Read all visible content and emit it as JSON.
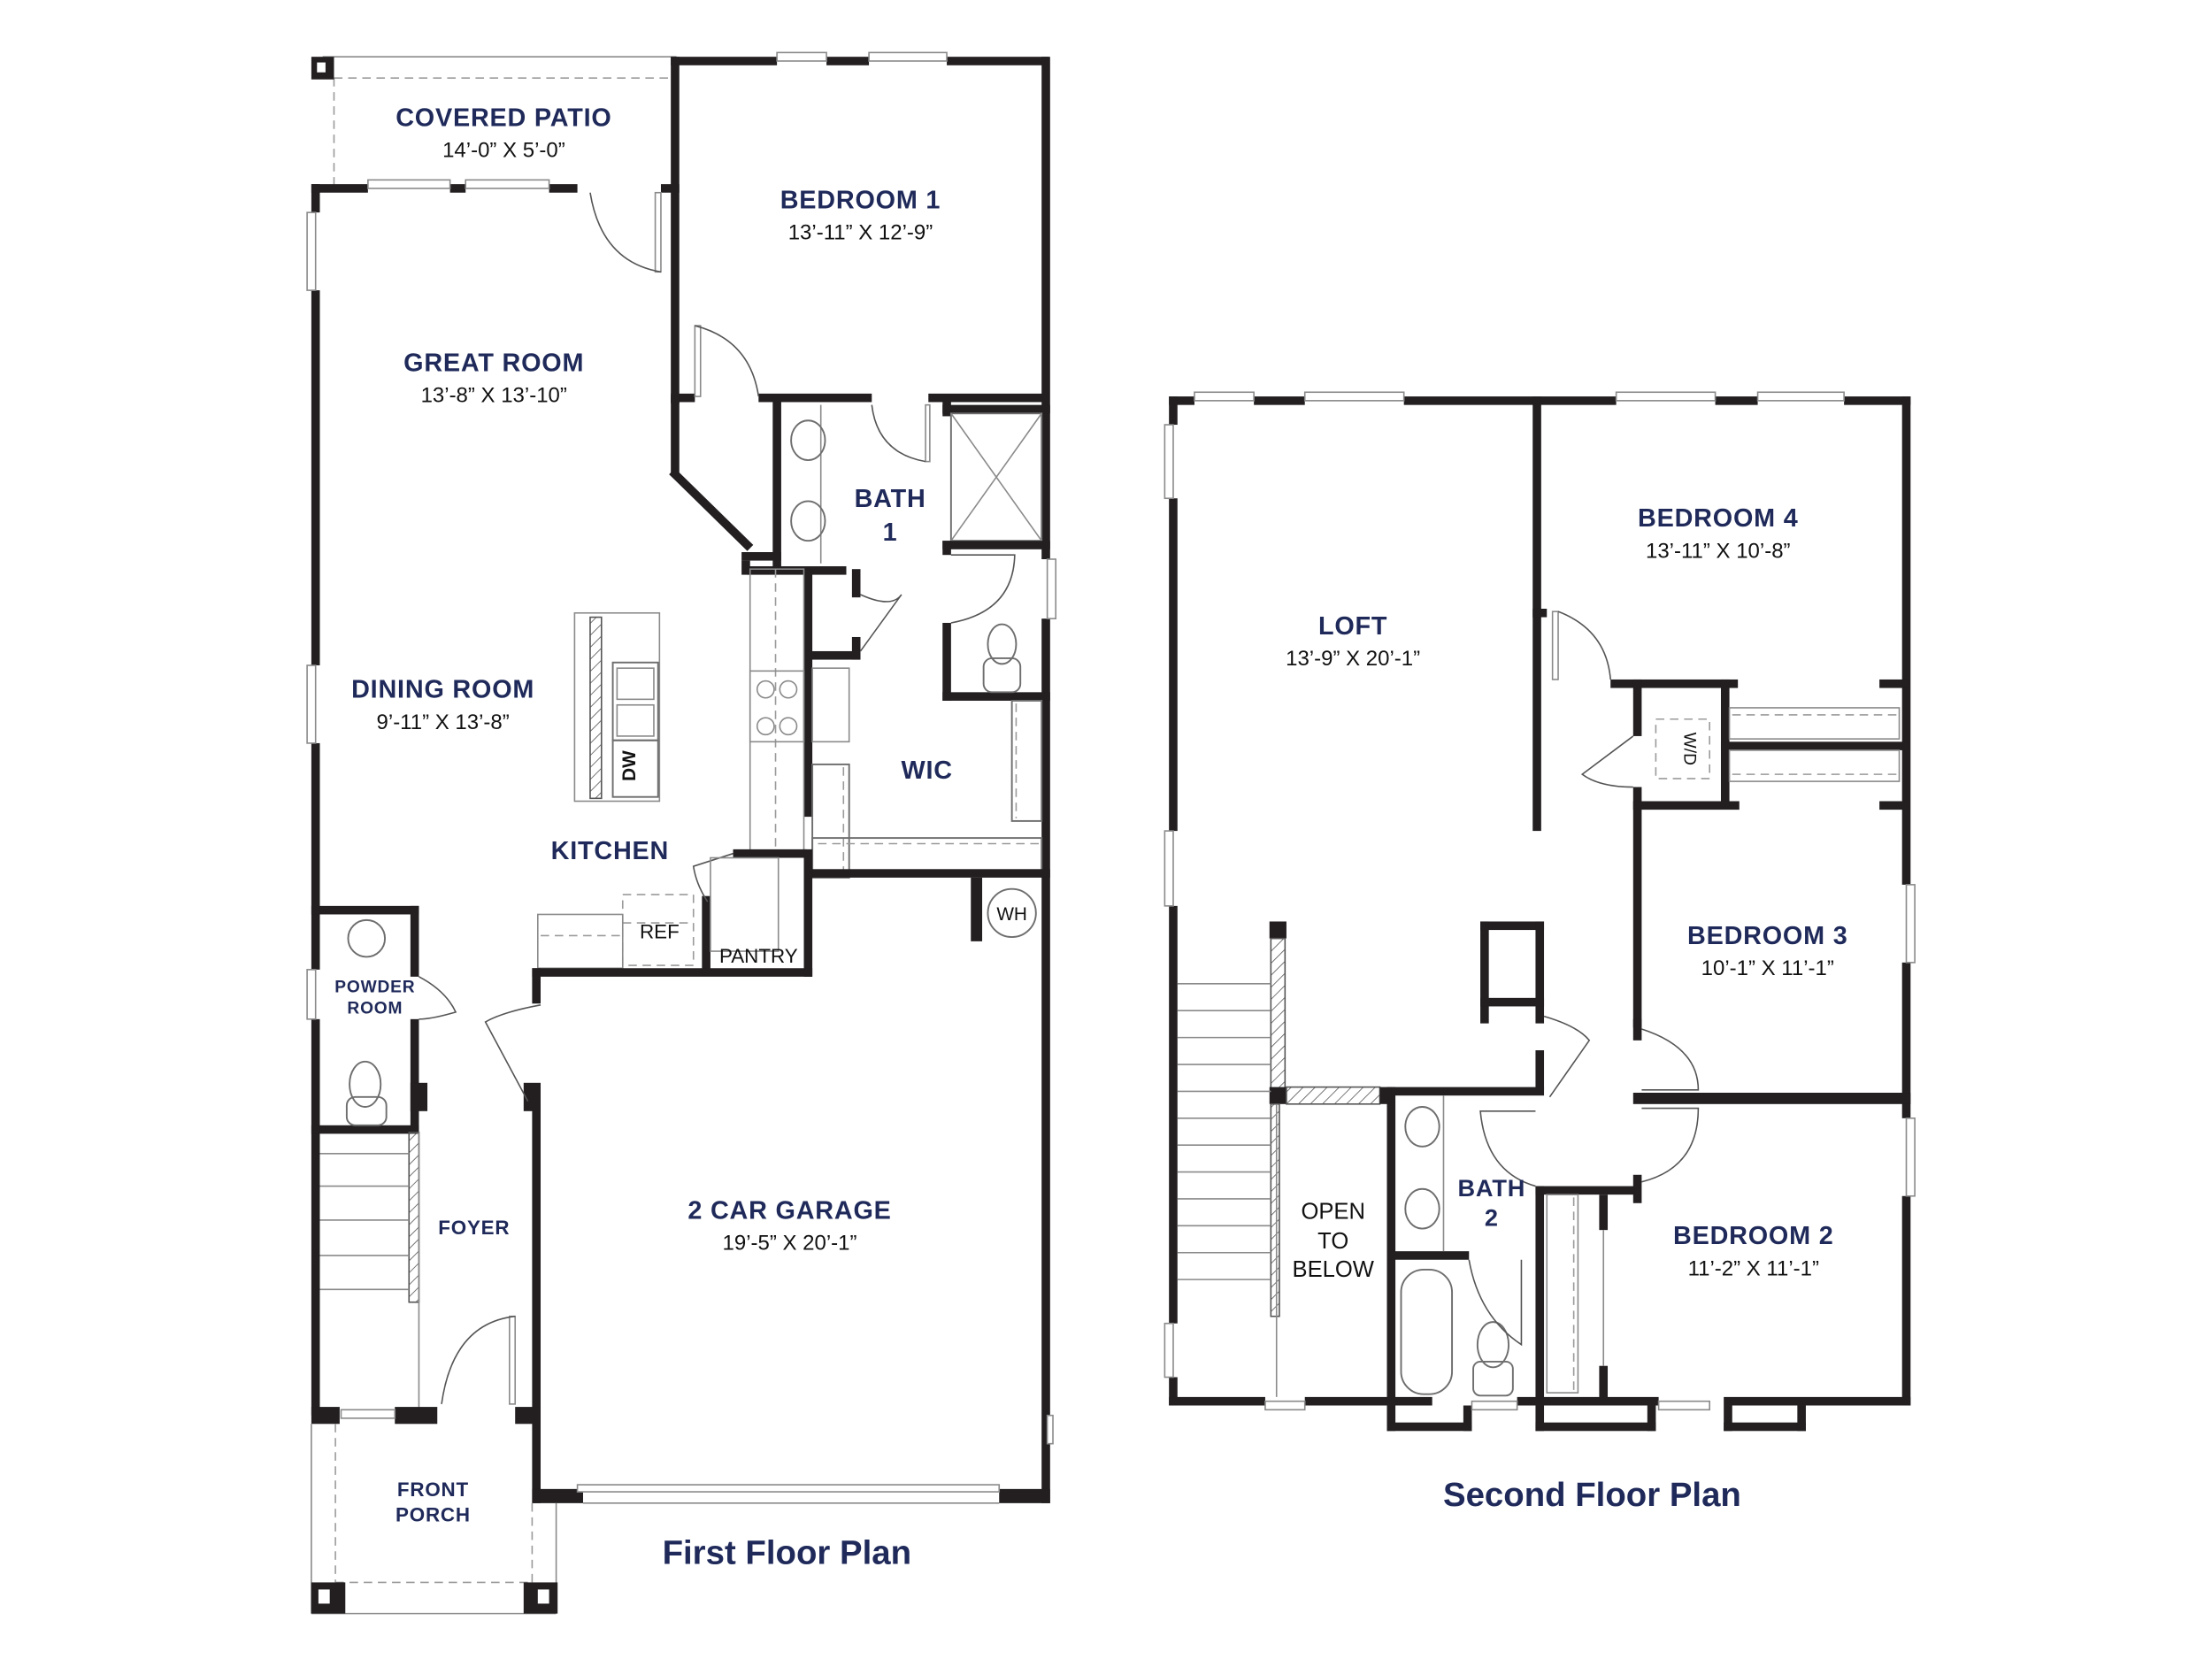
{
  "first_floor": {
    "title": "First Floor Plan",
    "rooms": {
      "covered_patio": {
        "name": "COVERED PATIO",
        "dims": "14’-0” X 5’-0”"
      },
      "bedroom1": {
        "name": "BEDROOM 1",
        "dims": "13’-11” X 12’-9”"
      },
      "great_room": {
        "name": "GREAT ROOM",
        "dims": "13’-8” X 13’-10”"
      },
      "bath1": {
        "name_line1": "BATH",
        "name_line2": "1"
      },
      "dining_room": {
        "name": "DINING ROOM",
        "dims": "9’-11” X 13’-8”"
      },
      "wic": {
        "name": "WIC"
      },
      "kitchen": {
        "name": "KITCHEN"
      },
      "powder_room": {
        "name_line1": "POWDER",
        "name_line2": "ROOM"
      },
      "foyer": {
        "name": "FOYER"
      },
      "garage": {
        "name": "2 CAR GARAGE",
        "dims": "19’-5” X 20’-1”"
      },
      "front_porch": {
        "name_line1": "FRONT",
        "name_line2": "PORCH"
      },
      "pantry": {
        "name": "PANTRY"
      }
    },
    "fixtures": {
      "dishwasher": "DW",
      "refrigerator": "REF",
      "water_heater": "WH"
    }
  },
  "second_floor": {
    "title": "Second Floor Plan",
    "rooms": {
      "loft": {
        "name": "LOFT",
        "dims": "13’-9” X 20’-1”"
      },
      "bedroom4": {
        "name": "BEDROOM 4",
        "dims": "13’-11” X 10’-8”"
      },
      "bedroom3": {
        "name": "BEDROOM 3",
        "dims": "10’-1” X 11’-1”"
      },
      "bedroom2": {
        "name": "BEDROOM 2",
        "dims": "11’-2” X 11’-1”"
      },
      "bath2": {
        "name_line1": "BATH",
        "name_line2": "2"
      },
      "open_to_below": {
        "line1": "OPEN",
        "line2": "TO",
        "line3": "BELOW"
      }
    },
    "fixtures": {
      "washer_dryer": "W/D"
    }
  },
  "colors": {
    "label_navy": "#1f2a5a",
    "wall": "#231f20",
    "background": "#ffffff"
  }
}
